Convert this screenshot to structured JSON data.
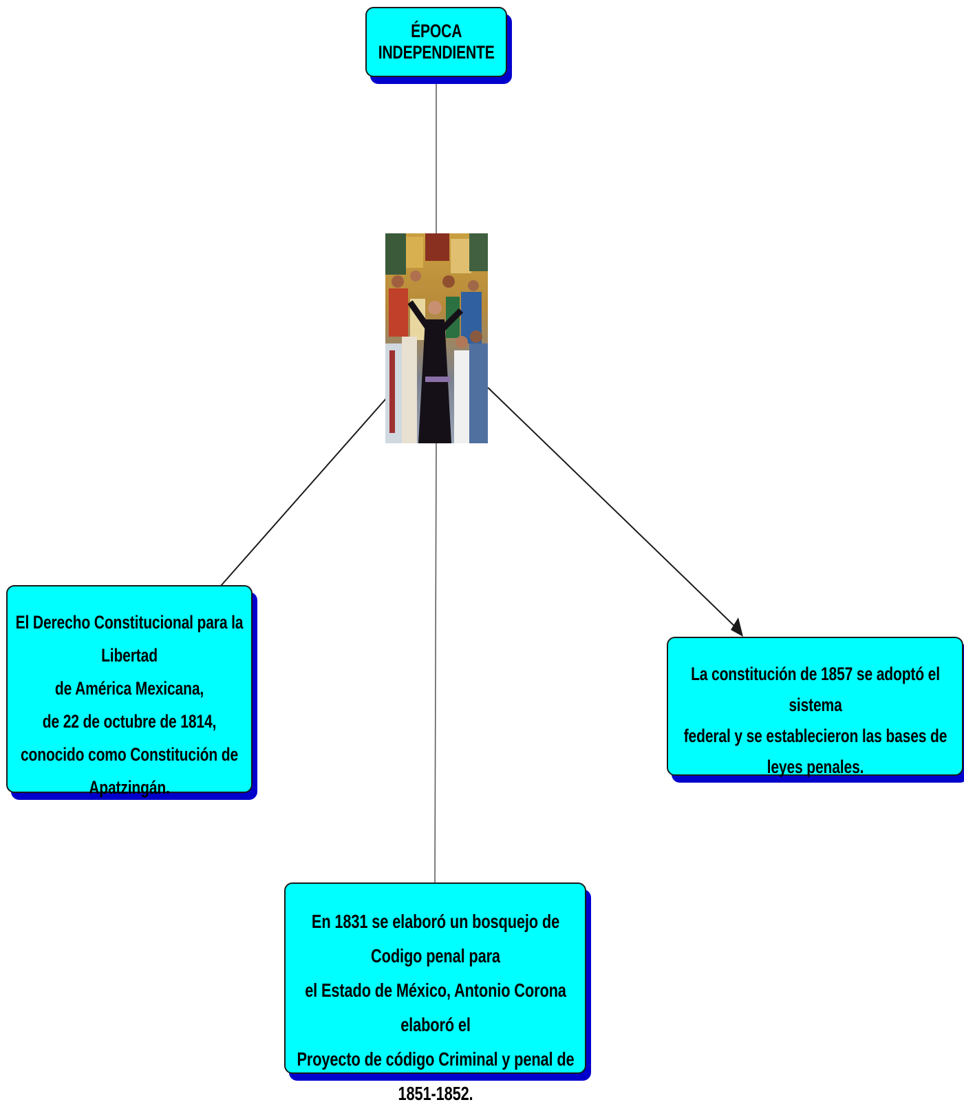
{
  "diagram": {
    "type": "concept-map",
    "nodes": {
      "title": {
        "text": "ÉPOCA INDEPENDIENTE"
      },
      "left": {
        "text": "El Derecho Constitucional para la Libertad\nde América Mexicana,\nde 22 de octubre de 1814,\nconocido como Constitución de Apatzingán."
      },
      "right": {
        "text": "La constitución de 1857 se adoptó el sistema\nfederal y se establecieron las bases de leyes penales."
      },
      "bottom": {
        "text": "En 1831 se elaboró un bosquejo de Codigo penal para\nel Estado de México, Antonio Corona elaboró el\nProyecto de código Criminal y penal de 1851-1852."
      }
    },
    "image": {
      "description_icon": "mural-image"
    },
    "edges": [
      {
        "from": "title",
        "to": "image",
        "arrow": false
      },
      {
        "from": "image",
        "to": "left",
        "arrow": false
      },
      {
        "from": "image",
        "to": "bottom",
        "arrow": false
      },
      {
        "from": "image",
        "to": "right",
        "arrow": true
      }
    ]
  },
  "colors": {
    "node_fill": "#00ffff",
    "node_shadow": "#0000cc",
    "node_border": "#1a1a1a",
    "connector": "#1a1a1a"
  }
}
